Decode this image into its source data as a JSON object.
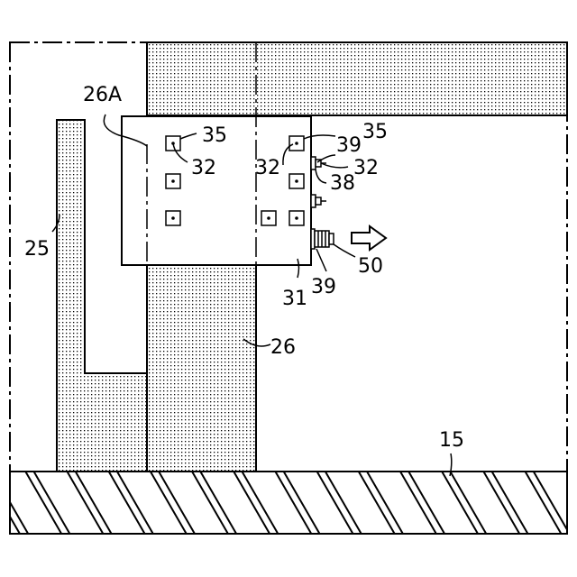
{
  "figure": {
    "labels": {
      "part_26A": "26A",
      "pad_35_left": "35",
      "pad_32_left": "32",
      "pad_35_right": "35",
      "pad_32_mid": "32",
      "conn_39_top": "39",
      "conn_32_right": "32",
      "conn_38": "38",
      "part_25": "25",
      "connector_50": "50",
      "conn_39_bottom": "39",
      "board_31": "31",
      "part_26": "26",
      "floor_15": "15"
    },
    "arrow_direction": "right",
    "colors": {
      "ink": "#000000",
      "background": "#ffffff",
      "stipple": "#000000"
    }
  }
}
